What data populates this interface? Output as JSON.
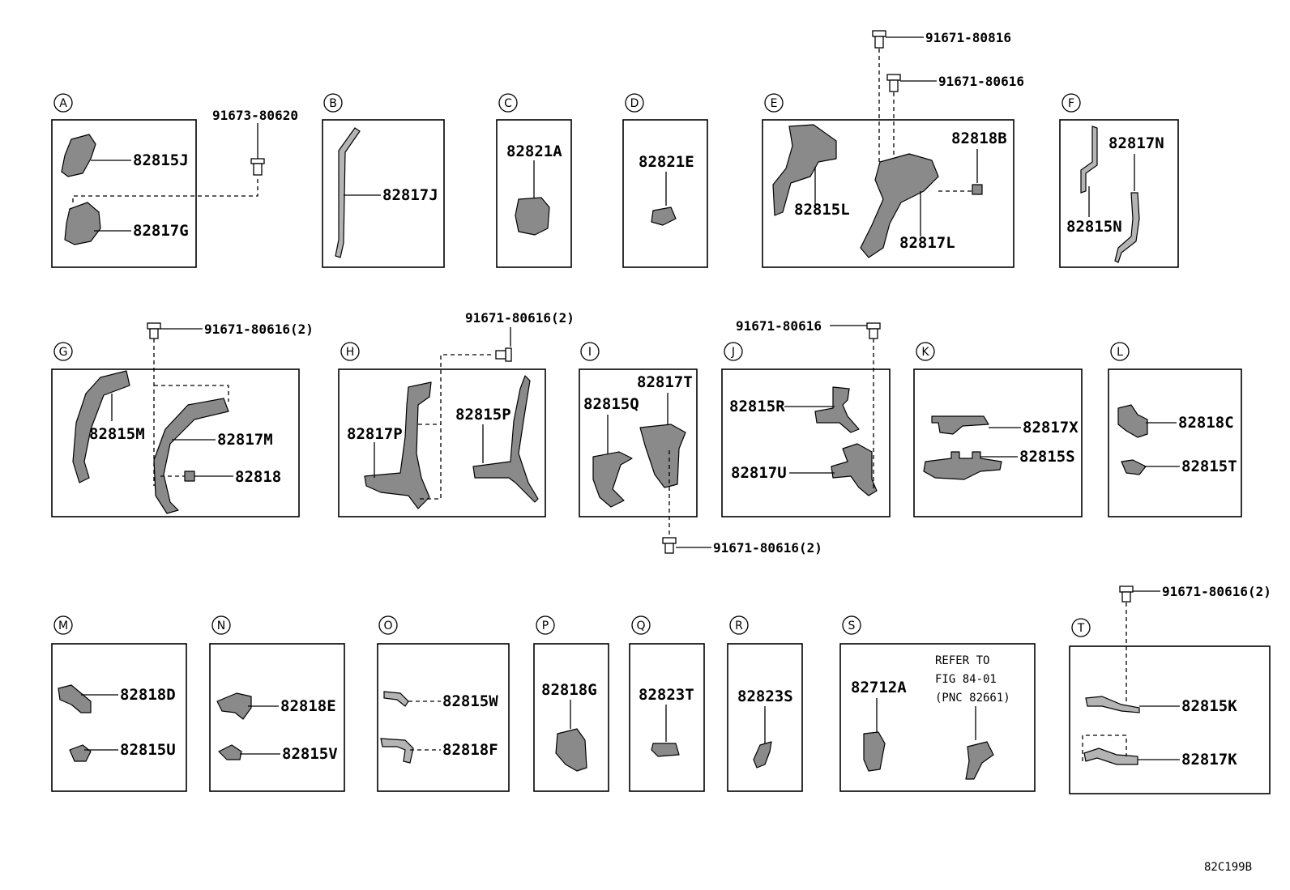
{
  "figure_code": "82C199B",
  "groups": {
    "A": {
      "letter": "A",
      "parts": [
        "82815J",
        "82817G"
      ],
      "bolt": "91673-80620"
    },
    "B": {
      "letter": "B",
      "parts": [
        "82817J"
      ]
    },
    "C": {
      "letter": "C",
      "parts": [
        "82821A"
      ]
    },
    "D": {
      "letter": "D",
      "parts": [
        "82821E"
      ]
    },
    "E": {
      "letter": "E",
      "parts": [
        "82815L",
        "82817L",
        "82818B"
      ],
      "bolts": [
        "91671-80816",
        "91671-80616"
      ]
    },
    "F": {
      "letter": "F",
      "parts": [
        "82817N",
        "82815N"
      ]
    },
    "G": {
      "letter": "G",
      "parts": [
        "82815M",
        "82817M",
        "82818"
      ],
      "bolt": "91671-80616(2)"
    },
    "H": {
      "letter": "H",
      "parts": [
        "82817P",
        "82815P"
      ],
      "bolt": "91671-80616(2)"
    },
    "I": {
      "letter": "I",
      "parts": [
        "82817T",
        "82815Q"
      ],
      "bolt": "91671-80616(2)"
    },
    "J": {
      "letter": "J",
      "parts": [
        "82815R",
        "82817U"
      ],
      "bolt": "91671-80616"
    },
    "K": {
      "letter": "K",
      "parts": [
        "82817X",
        "82815S"
      ]
    },
    "L": {
      "letter": "L",
      "parts": [
        "82818C",
        "82815T"
      ]
    },
    "M": {
      "letter": "M",
      "parts": [
        "82818D",
        "82815U"
      ]
    },
    "N": {
      "letter": "N",
      "parts": [
        "82818E",
        "82815V"
      ]
    },
    "O": {
      "letter": "O",
      "parts": [
        "82815W",
        "82818F"
      ]
    },
    "P": {
      "letter": "P",
      "parts": [
        "82818G"
      ]
    },
    "Q": {
      "letter": "Q",
      "parts": [
        "82823T"
      ]
    },
    "R": {
      "letter": "R",
      "parts": [
        "82823S"
      ]
    },
    "S": {
      "letter": "S",
      "parts": [
        "82712A"
      ],
      "refer": [
        "REFER TO",
        "FIG 84-01",
        "(PNC 82661)"
      ]
    },
    "T": {
      "letter": "T",
      "parts": [
        "82815K",
        "82817K"
      ],
      "bolt": "91671-80616(2)"
    }
  }
}
